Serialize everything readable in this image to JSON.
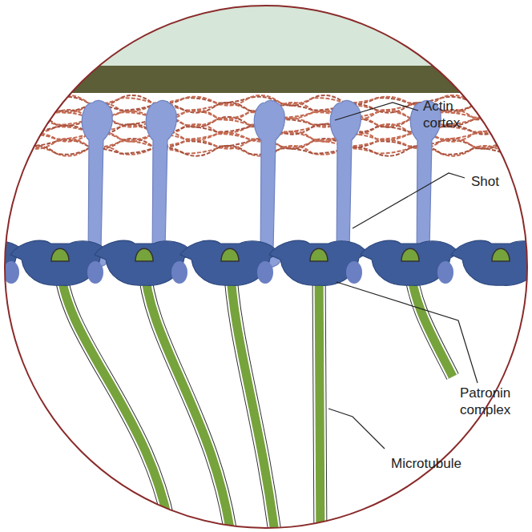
{
  "diagram": {
    "labels": [
      "Actin cortex",
      "Shot",
      "Patronin complex",
      "Microtubule"
    ]
  }
}
